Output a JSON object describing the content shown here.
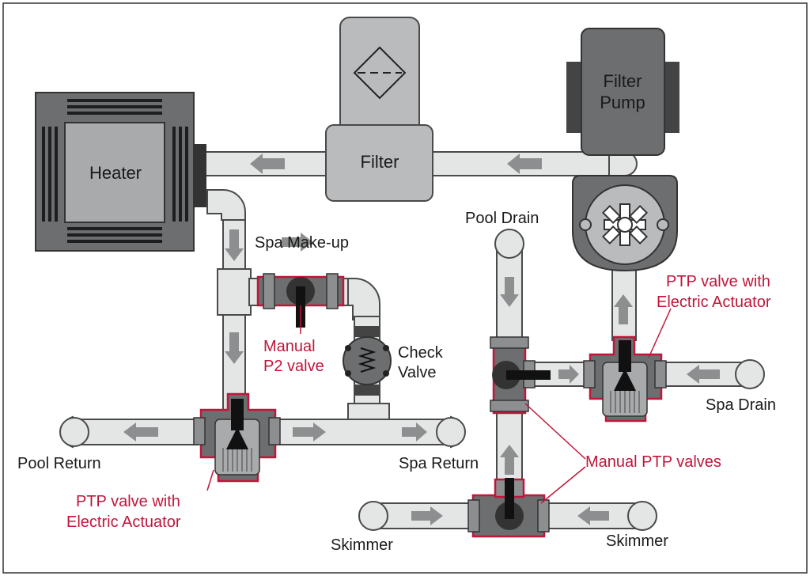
{
  "components": {
    "heater": "Heater",
    "filter": "Filter",
    "pump_line1": "Filter",
    "pump_line2": "Pump"
  },
  "labels": {
    "spa_makeup": "Spa Make-up",
    "pool_drain": "Pool Drain",
    "check_valve_line1": "Check",
    "check_valve_line2": "Valve",
    "pool_return": "Pool Return",
    "spa_return": "Spa Return",
    "spa_drain": "Spa Drain",
    "skimmer_left": "Skimmer",
    "skimmer_right": "Skimmer"
  },
  "annotations": {
    "manual_p2_line1": "Manual",
    "manual_p2_line2": "P2 valve",
    "ptp_right_line1": "PTP valve with",
    "ptp_right_line2": "Electric Actuator",
    "ptp_left_line1": "PTP valve with",
    "ptp_left_line2": "Electric Actuator",
    "manual_ptp": "Manual PTP valves"
  },
  "colors": {
    "pipe_fill": "#e4e6e6",
    "pipe_stroke": "#4a4a4a",
    "equipment": "#b9bbbd",
    "equipment_dark": "#6d6e70",
    "annotation": "#c0163a",
    "arrow": "#8c8e90"
  }
}
